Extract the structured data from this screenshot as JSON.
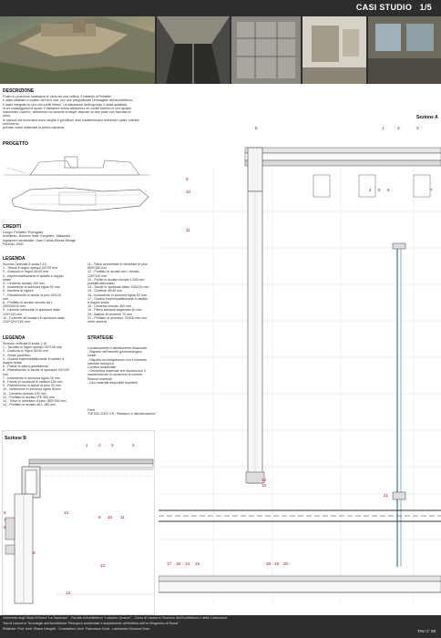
{
  "header": {
    "title": "CASI STUDIO",
    "page": "1/5",
    "photos": [
      "fortress-on-hill-photo",
      "excavation-site-photo",
      "glass-wall-photo",
      "interior-gallery-photo",
      "exhibition-room-photo"
    ]
  },
  "descrizione": {
    "heading": "DESCRIZIONE",
    "lines": [
      "Posto in posizione strategica in cima ad una collina, il castello di Peñafiel",
      "è stato adattato a museo del vino che, pur non pregiudicare l'immagine dell'architettura,",
      "è stato integrato in uno dei cortili interni. La situazione dell'ingresso è stata adattata",
      "in un sussegguirsi di spazi: il visitatore arriva attraverso un cortile interno in uno spazio",
      "intermedio coperto, attraverso cui accede ai flayer disposti su due piani con facciata in",
      "vetro.",
      "le sezioni del lucernario sono larghe e gli infissi/ muri caratterizzano entrambi i piani, mentre",
      "nell'interno",
      "prevale come materiale la pietra calcarea."
    ]
  },
  "progetto": {
    "heading": "PROGETTO"
  },
  "crediti": {
    "heading": "CREDITI",
    "lines": [
      "Luogo: Peñafiel, Portugallo",
      "Architetto: Roberto Valle Gonzalez, Valladolid",
      "Ingegnere strutturale: Juan Carlos Alonso Monge",
      "Periodo: 2001"
    ]
  },
  "legenda1": {
    "heading": "LEGENDA",
    "col1": [
      "Sezione verticale A scala 1:10",
      "1 - Tettoie in legno spesso 20/*20 mm",
      "2 - Graticcio in legno 40/40 mm",
      "3 - Impermeabilizzante in asfalto a doppio",
      "strato",
      "4 - Cemento armato 190 mm",
      "5 - Isolamento in schiuma rigida 50 mm",
      "6 - Barriera al vapore",
      "7 - Rivestimento in tavole di pino 20/120",
      "mm",
      "8 - Profilato in acciaio zincato ad L",
      "200/200/10 mm",
      "9 - Lamelle orizzontali in spessore alato",
      "120/*120 mm",
      "10 - Corrente ad incastro in spessore alato",
      "120/*120/*160 mm"
    ],
    "col2": [
      "11 - Trave perimetrale in lamellare di pino",
      "800/*180 mm",
      "12 - Profilato in acciaio ad L zincato",
      "120/*120 mm",
      "13 - Profilo in acciaio zincato 1/OM mm",
      "(solidità attenuata)",
      "14 - Tavole in spessore allato 130/120 mm",
      "15 - Corrente 40/40 mm",
      "16 - Isolamento in schiuma rigida 50 mm",
      "17 - Guaina impermeabilizzante in asfalto",
      "a doppio strato",
      "18 - Cemento armato 300 mm",
      "19 - Pietra arenaria sagomata 40 mm",
      "20 - Battuto di cemento 70 mm",
      "21 - Profilato di alluminio 70/200 mm con",
      "vetro camera"
    ]
  },
  "legenda2": {
    "heading": "LEGENDA",
    "lines": [
      "Sezione verticale B scala 1:10",
      "1 - Tavolato in legno spesso 25/*135 mm",
      "2 - Graticcio in legno 50/40 mm",
      "3 - Strato protettivo",
      "4 - Guaina impermeabilizzante in asfalto a",
      "doppio strato",
      "5 - Parete in pietra preesistente",
      "6 - Rivestimento in tavole di spessore 25/*120",
      "mm",
      "7 - Isolamento in schiuma rigida 30 mm",
      "8 - Parete in muratura di mattoni 135 mm",
      "9 - Rivestimento in tavole di pino 20 mm",
      "10 - Isolamento in schiuma rigida 50mm",
      "11 - Cemento armato 100 mm",
      "12 - Profilato in acciaio IPE 350 mm",
      "13 - Trave in lamellare di pino 180/*200 mm",
      "14 - Profilato in acciaio ad L 180 mm"
    ]
  },
  "strategie": {
    "heading": "STRATEGIE",
    "lines": [
      "Localizzazione e distribuzione funzionale",
      "- Rispetto dell'assetto geomorfologico",
      "locale",
      "- Rispetto ed integrazione con il contesto",
      "naturale antropico",
      "Comfort ambientale",
      "- Geometria materiale che favoriscono il",
      "mantenimento di condizioni di comfort",
      "Risorse materiali",
      "- Uso materiali disponibili reperibili"
    ],
    "fonti_label": "Fonti",
    "fonti": "\"DETAIL 2001 n°6 - Restauro e ristrutturazione\""
  },
  "drawings": {
    "section_a": "Sezione A",
    "section_b": "Sezione B",
    "a_numbers": [
      "8",
      "1",
      "2",
      "3",
      "9",
      "10",
      "4",
      "5",
      "6",
      "7",
      "11",
      "12",
      "13",
      "21",
      "17",
      "16",
      "14",
      "15",
      "18",
      "19",
      "20"
    ],
    "b_numbers": [
      "1",
      "2",
      "3",
      "4",
      "6",
      "7",
      "5",
      "12",
      "9",
      "10",
      "11",
      "8",
      "13",
      "14"
    ]
  },
  "footer": {
    "line1": "Università degli Studi di Roma \"La Sapienza\" - Facoltà di Architettura \"Ludovico Quaroni\" - Corso di Laurea in Tecniche dell'Architettura e della Costruzione",
    "line2": "Tesi di Laurea in Tecnologie dell'Architettura \"Recupero ambientale e ampliamento dell'edificio dell'ex Brogenico di Roma\"",
    "line3": "Relatrice: Prof. Arch. Eliana Cangelli - Correlatrice: Arch. Francesca Corsi - Laureando Giovanni Dore",
    "tav": "TAV n° 09"
  }
}
